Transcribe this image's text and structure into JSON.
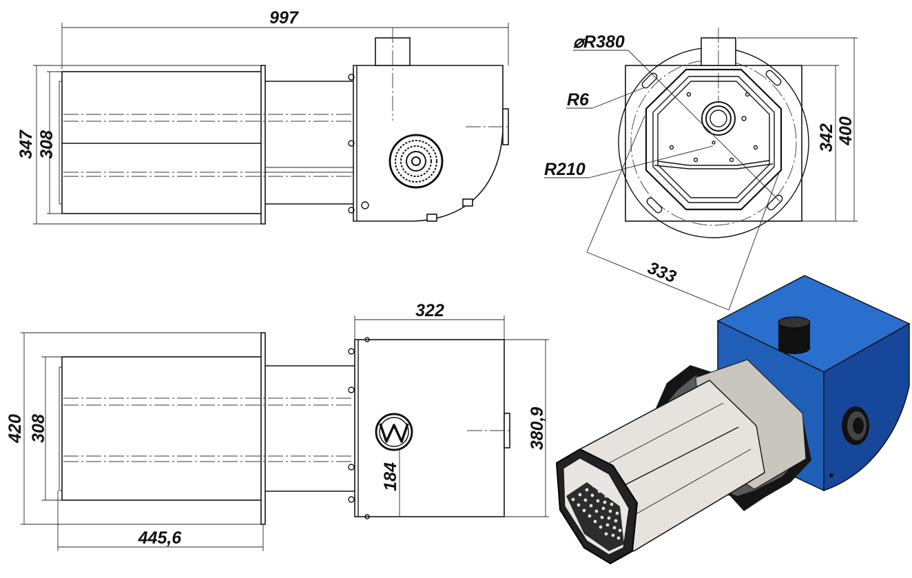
{
  "dimensions": {
    "overall_length": "997",
    "height_347": "347",
    "tube_308_side": "308",
    "flange_diameter": "⌀R380",
    "radius_r6": "R6",
    "radius_r210": "R210",
    "height_342": "342",
    "height_400": "400",
    "diagonal_333": "333",
    "housing_width_322": "322",
    "height_420": "420",
    "tube_308_top": "308",
    "tube_length_445": "445,6",
    "housing_height_380": "380,9",
    "inlet_height_184": "184"
  },
  "colors": {
    "housing_blue": "#1f5fb8",
    "housing_blue_dark": "#17479a",
    "tube_light": "#e6e3de",
    "tube_shade": "#c9c6c0",
    "flange_black": "#151515"
  }
}
